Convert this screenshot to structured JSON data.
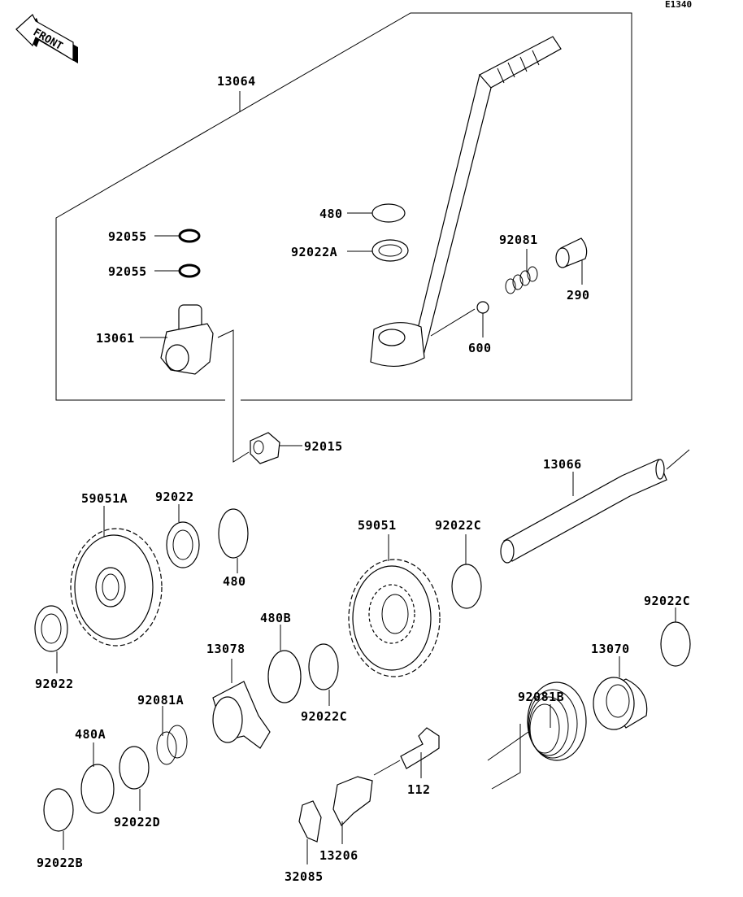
{
  "diagram": {
    "code": "E1340",
    "front_label": "FRONT",
    "callouts": {
      "kick_pedal_assy": "13064",
      "oring_1": "92055",
      "oring_2": "92055",
      "kick_boss": "13061",
      "circlip_top": "480",
      "washer_a": "92022A",
      "spring_top": "92081",
      "pin": "290",
      "ball": "600",
      "nut": "92015",
      "shaft": "13066",
      "gear_a": "59051A",
      "washer_1": "92022",
      "circlip_1": "480",
      "washer_2": "92022",
      "gear": "59051",
      "washer_c1": "92022C",
      "washer_c2": "92022C",
      "circlip_b": "480B",
      "ratchet": "13078",
      "washer_c3": "92022C",
      "stopper": "13070",
      "spring_b": "92081B",
      "spring_a": "92081A",
      "circlip_a": "480A",
      "washer_d": "92022D",
      "washer_b": "92022B",
      "bolt": "112",
      "guide": "13206",
      "plate": "32085"
    }
  }
}
